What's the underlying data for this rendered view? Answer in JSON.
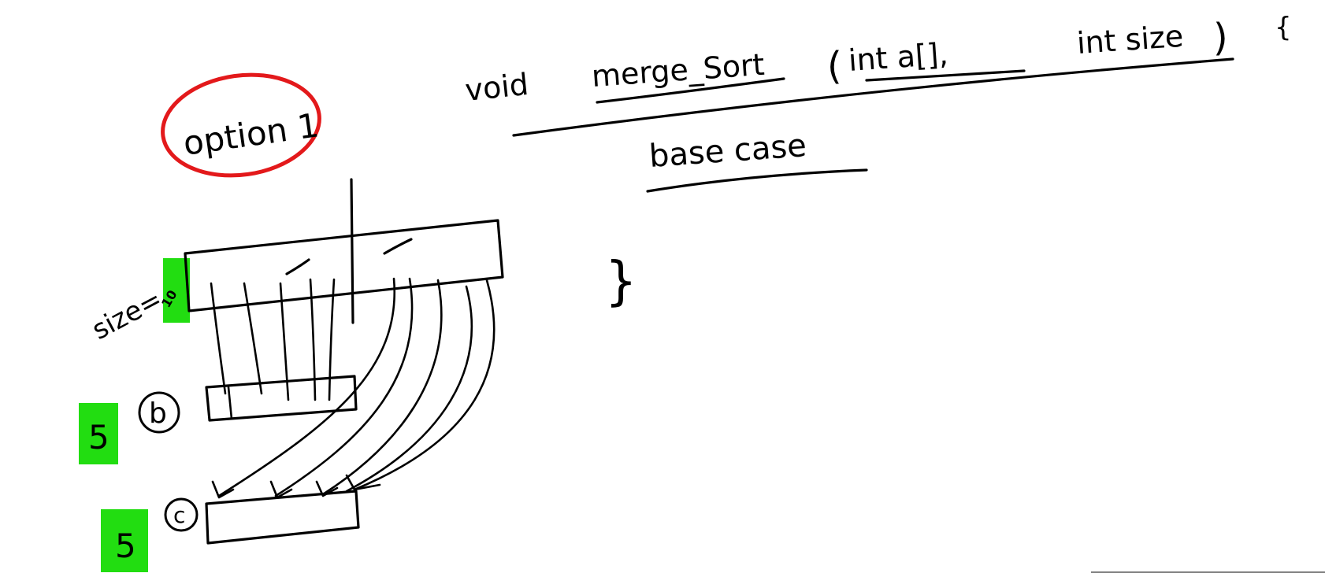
{
  "colors": {
    "background": "#ffffff",
    "ink": "#000000",
    "option_circle": "#e3191b",
    "highlight": "#22dd11"
  },
  "option_label": "option 1",
  "code": {
    "keyword": "void",
    "function_name": "merge_Sort",
    "open_paren": "(",
    "param_array": "int a[],",
    "param_size": "int size",
    "close_paren": ")",
    "open_brace": "{",
    "comment": "base case",
    "close_brace": "}"
  },
  "diagram": {
    "size_label": "size=",
    "size_value": "10",
    "array_b_label": "b",
    "array_b_size": "5",
    "array_c_label": "c",
    "array_c_size": "5"
  }
}
